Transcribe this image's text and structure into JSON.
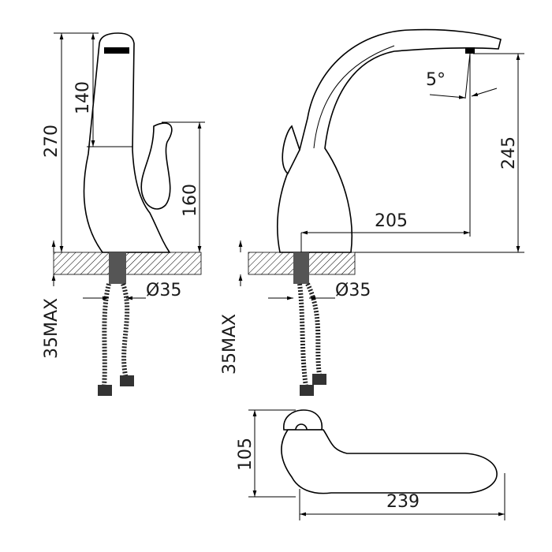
{
  "front_view": {
    "height_total": "270",
    "body_height": "140",
    "lever_height": "160",
    "hole_diameter": "Ø35",
    "counter_thickness": "35MAX"
  },
  "side_view": {
    "spout_angle": "5°",
    "spout_height": "245",
    "spout_reach": "205",
    "hole_diameter": "Ø35",
    "counter_thickness": "35MAX"
  },
  "top_view": {
    "width": "105",
    "length": "239"
  }
}
